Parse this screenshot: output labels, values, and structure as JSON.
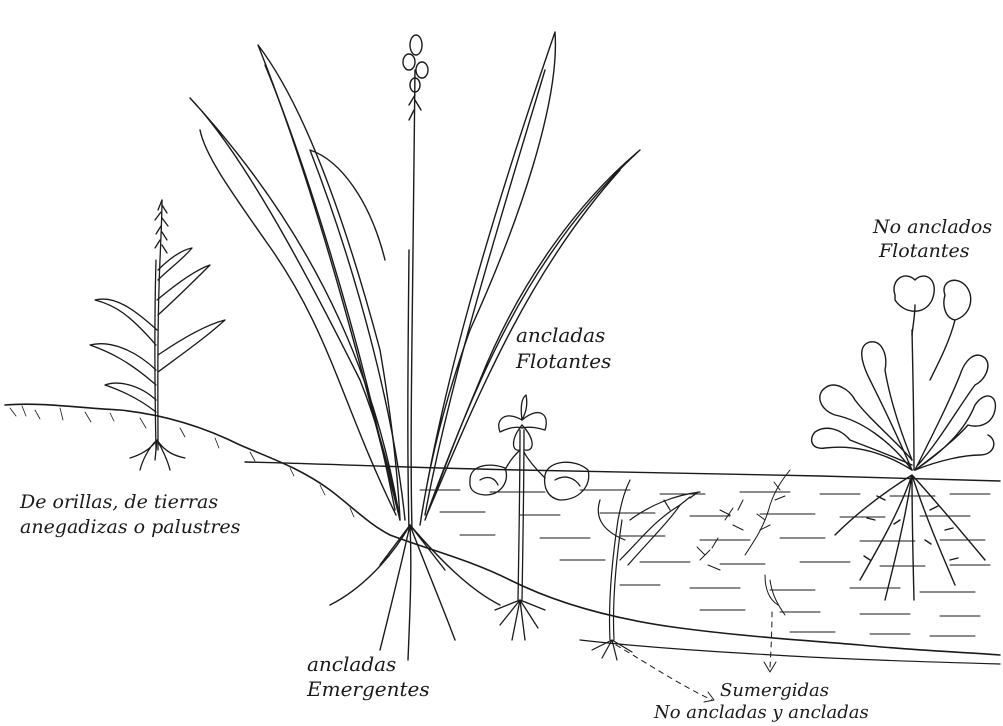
{
  "labels": {
    "no_anclados_flotantes": {
      "line1": "No anclados",
      "line2": "Flotantes"
    },
    "ancladas_flotantes": {
      "line1": "ancladas",
      "line2": "Flotantes"
    },
    "de_orillas": {
      "line1": "De orillas, de tierras",
      "line2": "anegadizas o palustres"
    },
    "ancladas_emergentes": {
      "line1": "ancladas",
      "line2": "Emergentes"
    },
    "sumergidas": {
      "line1": "Sumergidas",
      "line2": "No ancladas y ancladas"
    }
  },
  "colors": {
    "ink": "#1a1a1a",
    "paper": "#ffffff"
  }
}
